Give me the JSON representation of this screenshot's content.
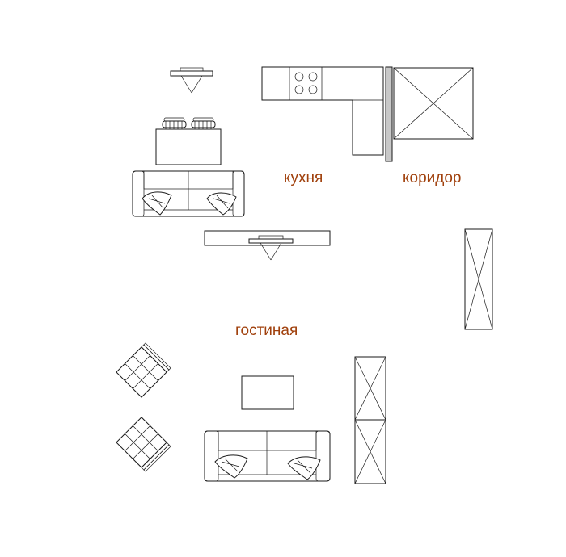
{
  "rooms": {
    "kitchen": "кухня",
    "corridor": "коридор",
    "living": "гостиная"
  },
  "colors": {
    "label": "#a0400c",
    "line": "#1a1a1a",
    "wall_fill": "#c8c8c8"
  }
}
